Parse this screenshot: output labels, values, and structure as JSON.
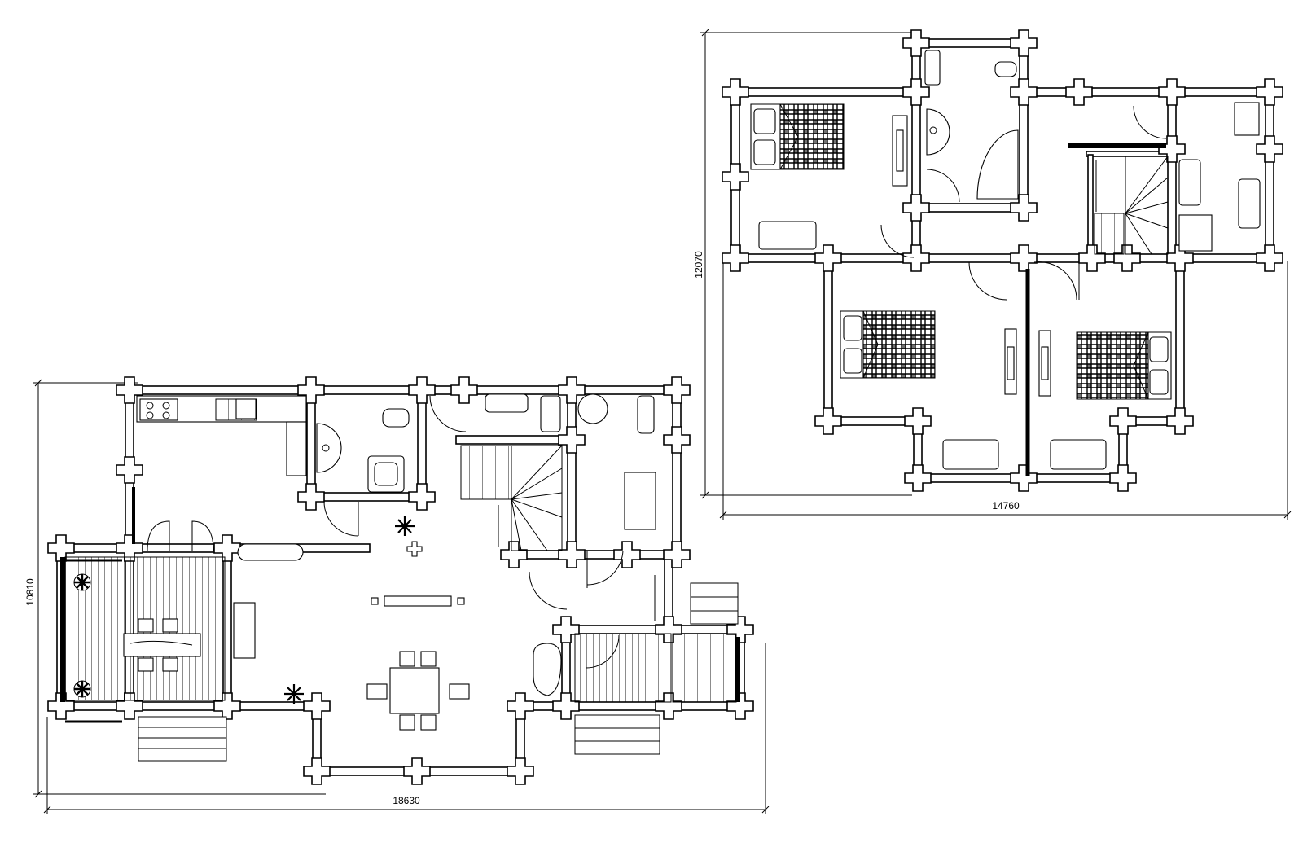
{
  "plans": [
    {
      "id": "ground-floor",
      "width_label": "18630",
      "height_label": "10810"
    },
    {
      "id": "upper-floor",
      "width_label": "14760",
      "height_label": "12070"
    }
  ]
}
